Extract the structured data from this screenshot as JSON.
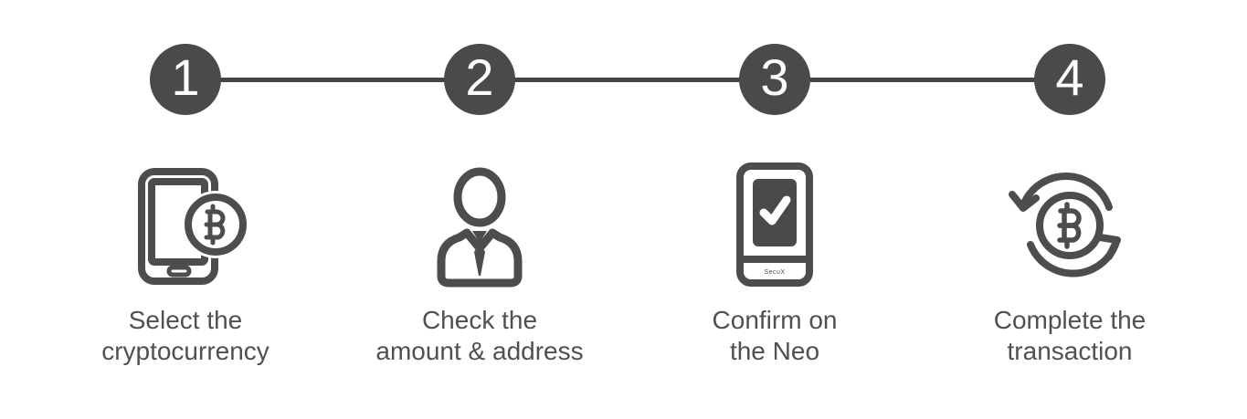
{
  "colors": {
    "page_bg": "#ffffff",
    "step_circle": "#4a4a4b",
    "connector": "#454546",
    "icon_stroke": "#4d4d4e",
    "label_text": "#505051",
    "check_mark": "#ffffff"
  },
  "steps": [
    {
      "number": "1",
      "icon": "phone-bitcoin-icon",
      "label_line1": "Select the",
      "label_line2": "cryptocurrency"
    },
    {
      "number": "2",
      "icon": "person-tie-icon",
      "label_line1": "Check the",
      "label_line2": "amount & address"
    },
    {
      "number": "3",
      "icon": "device-check-icon",
      "label_line1": "Confirm on",
      "label_line2": "the Neo",
      "device_brand_text": "SecuX"
    },
    {
      "number": "4",
      "icon": "bitcoin-refresh-icon",
      "label_line1": "Complete the",
      "label_line2": "transaction"
    }
  ]
}
